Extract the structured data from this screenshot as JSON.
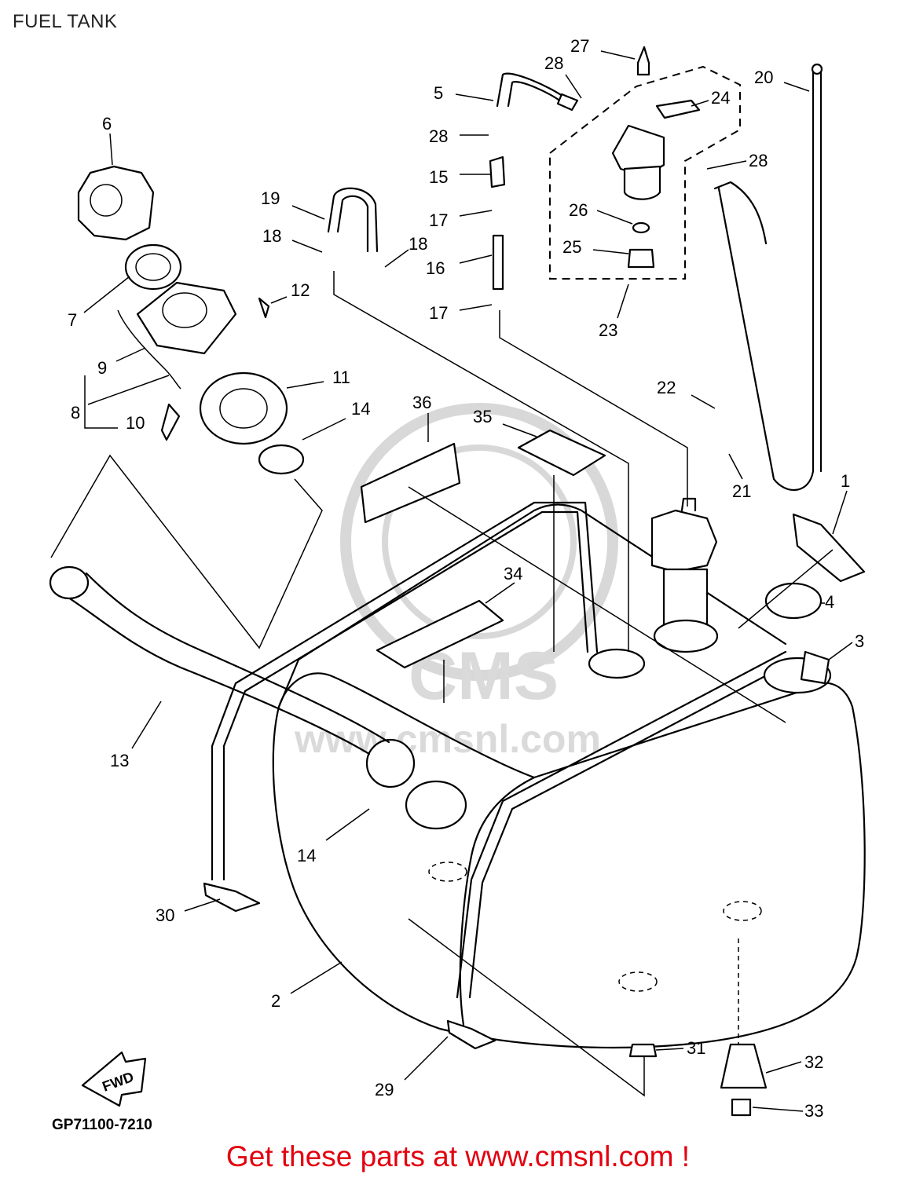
{
  "title": "FUEL TANK",
  "diagram_code": "GP71100-7210",
  "promo": "Get these parts at www.cmsnl.com !",
  "fwd_label": "FWD",
  "watermark": {
    "logo": "CMS",
    "site": "www.cmsnl.com"
  },
  "callouts": {
    "c1": "1",
    "c2": "2",
    "c3": "3",
    "c4": "4",
    "c5": "5",
    "c6": "6",
    "c7": "7",
    "c8": "8",
    "c9": "9",
    "c10": "10",
    "c11": "11",
    "c12": "12",
    "c13": "13",
    "c14a": "14",
    "c14b": "14",
    "c15": "15",
    "c16": "16",
    "c17a": "17",
    "c17b": "17",
    "c18a": "18",
    "c18b": "18",
    "c19": "19",
    "c20": "20",
    "c21": "21",
    "c22": "22",
    "c23": "23",
    "c24": "24",
    "c25": "25",
    "c26": "26",
    "c27": "27",
    "c28a": "28",
    "c28b": "28",
    "c28c": "28",
    "c29": "29",
    "c30": "30",
    "c31": "31",
    "c32": "32",
    "c33": "33",
    "c34": "34",
    "c35": "35",
    "c36": "36"
  }
}
